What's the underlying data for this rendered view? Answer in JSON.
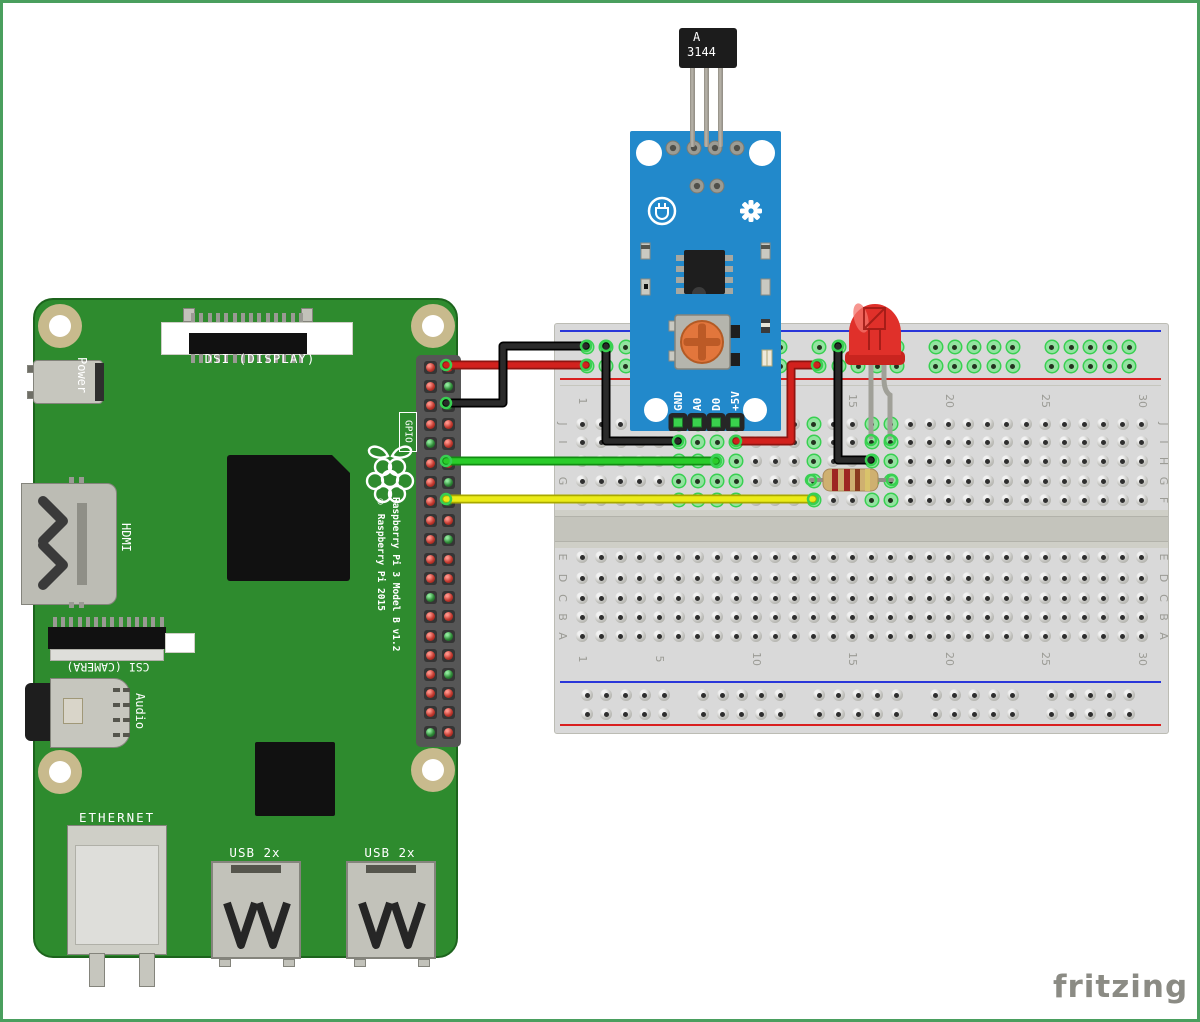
{
  "colors": {
    "canvas_border": "#4a9f5e",
    "pi_green": "#2e8b2e",
    "module_blue": "#2289cb",
    "breadboard_gray": "#d9d9d9",
    "rail_blue_line": "#2936d9",
    "rail_red_line": "#d92020",
    "wire_red": "#d2211d",
    "wire_black": "#2a2a2a",
    "wire_green": "#2acc2a",
    "wire_yellow": "#ebeb18",
    "led_red": "#e0302a",
    "connection_green": "#38d051",
    "resistor_body": "#cfb070"
  },
  "hall_sensor": {
    "line1": "A",
    "line2": "3144"
  },
  "module": {
    "pin_labels": [
      "GND",
      "A0",
      "D0",
      "+5V"
    ]
  },
  "pi": {
    "labels": {
      "power": "Power",
      "dsi": "DSI (DISPLAY)",
      "hdmi": "HDMI",
      "csi": "CSI (CAMERA)",
      "audio": "Audio",
      "ethernet": "ETHERNET",
      "usb1": "USB 2x",
      "usb2": "USB 2x",
      "gpio": "GPIO",
      "model": "Raspberry Pi 3 Model B v1.2",
      "copyright": "© Raspberry Pi 2015"
    }
  },
  "breadboard": {
    "rows_top": [
      "J",
      "I",
      "H",
      "G",
      "F"
    ],
    "rows_bottom": [
      "E",
      "D",
      "C",
      "B",
      "A"
    ],
    "col_numbers": [
      "1",
      "5",
      "10",
      "15",
      "20",
      "25",
      "30"
    ]
  },
  "footer": {
    "logo": "fritzing"
  }
}
